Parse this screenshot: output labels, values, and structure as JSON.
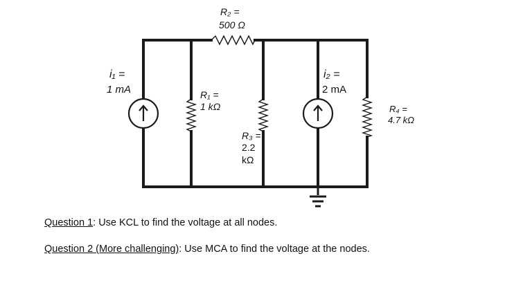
{
  "circuit": {
    "i1": {
      "name": "i₁ =",
      "value": "1 mA"
    },
    "i2": {
      "name": "i₂ =",
      "value": "2 mA"
    },
    "R1": {
      "name": "R₁ =",
      "value": "1 kΩ"
    },
    "R2": {
      "name": "R₂ =",
      "value": "500 Ω"
    },
    "R3": {
      "name": "R₃ =",
      "value_line1": "2.2",
      "value_line2": "kΩ"
    },
    "R4": {
      "name": "R₄ =",
      "value": "4.7 kΩ"
    }
  },
  "questions": {
    "q1": {
      "label": "Question 1",
      "text": ": Use KCL to find the voltage at all nodes."
    },
    "q2": {
      "label": "Question 2 (More challenging)",
      "text": ": Use MCA to find the voltage at the nodes."
    }
  }
}
